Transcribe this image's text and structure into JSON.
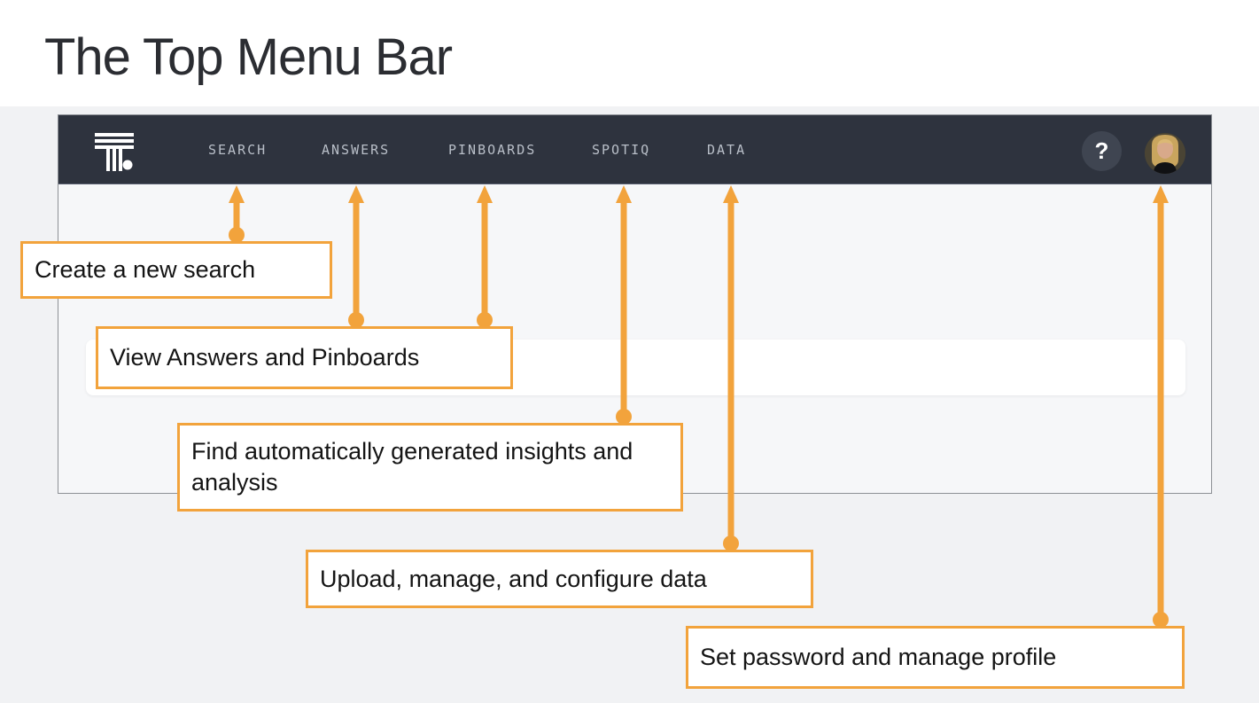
{
  "page": {
    "title": "The Top Menu Bar"
  },
  "navbar": {
    "items": [
      {
        "label": "SEARCH"
      },
      {
        "label": "ANSWERS"
      },
      {
        "label": "PINBOARDS"
      },
      {
        "label": "SPOTIQ"
      },
      {
        "label": "DATA"
      }
    ],
    "help_label": "?"
  },
  "callouts": [
    {
      "text": "Create a new search",
      "points_to": "SEARCH"
    },
    {
      "text": "View Answers and Pinboards",
      "points_to": "ANSWERS and PINBOARDS"
    },
    {
      "text": "Find automatically generated insights and analysis",
      "points_to": "SPOTIQ"
    },
    {
      "text": "Upload, manage, and configure data",
      "points_to": "DATA"
    },
    {
      "text": "Set password and manage profile",
      "points_to": "profile avatar"
    }
  ],
  "colors": {
    "accent_orange": "#f2a33c",
    "navbar_background": "#2e333e",
    "navbar_text": "#b9bfc8",
    "page_background": "#f1f2f4",
    "panel_background": "#f6f7f9"
  }
}
